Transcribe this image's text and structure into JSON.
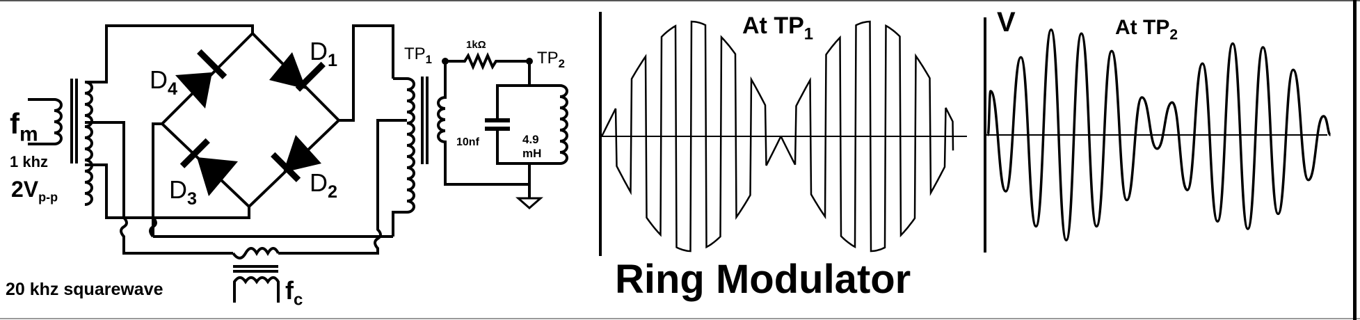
{
  "title": "Ring Modulator",
  "colors": {
    "ink": "#000000",
    "background": "#ffffff",
    "frame": "#555555"
  },
  "circuit": {
    "modulating_input": {
      "symbol": "f",
      "subscript": "m",
      "frequency": "1 khz",
      "amplitude": "2V",
      "amplitude_sub": "p-p"
    },
    "carrier_input": {
      "label": "20 khz squarewave",
      "symbol": "f",
      "subscript": "c"
    },
    "diodes": [
      {
        "name": "D",
        "sub": "1"
      },
      {
        "name": "D",
        "sub": "2"
      },
      {
        "name": "D",
        "sub": "3"
      },
      {
        "name": "D",
        "sub": "4"
      }
    ],
    "test_points": [
      {
        "name": "TP",
        "sub": "1"
      },
      {
        "name": "TP",
        "sub": "2"
      }
    ],
    "resistor": "1kΩ",
    "capacitor": "10nf",
    "inductor_value": "4.9",
    "inductor_unit": "mH"
  },
  "chart_data": [
    {
      "type": "line",
      "title": "At TP1",
      "title_main": "At  TP",
      "title_sub": "1",
      "description": "Carrier squarewave (20 kHz) multiplied by 1 kHz sine: square wave with sinusoidal envelope, phase reversal at envelope zero crossing",
      "carrier_frequency_khz": 20,
      "modulating_frequency_khz": 1,
      "edges_per_lobe": 11,
      "lobes": 2,
      "grid": false,
      "xlabel": "",
      "ylabel": ""
    },
    {
      "type": "line",
      "title": "At TP2",
      "title_main": "At TP",
      "title_sub": "2",
      "ylabel": "V",
      "description": "Filtered output at tank circuit: sinusoidal carrier with beating envelope (DSB suppressed carrier)",
      "cycles": 12,
      "peak_heights_relative": [
        0.35,
        0.62,
        0.84,
        0.81,
        0.67,
        0.3,
        0.26,
        0.57,
        0.73,
        0.7,
        0.52,
        0.15
      ],
      "trough_depths_relative": [
        -0.45,
        -0.73,
        -0.84,
        -0.73,
        -0.52,
        -0.11,
        -0.44,
        -0.69,
        -0.75,
        -0.63,
        -0.36
      ],
      "grid": false,
      "xlabel": ""
    }
  ]
}
